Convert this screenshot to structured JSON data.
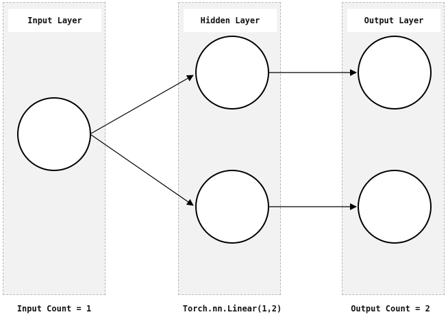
{
  "layers": {
    "input": {
      "title": "Input Layer",
      "caption": "Input Count = 1"
    },
    "hidden": {
      "title": "Hidden Layer",
      "caption": "Torch.nn.Linear(1,2)"
    },
    "output": {
      "title": "Output Layer",
      "caption": "Output Count = 2"
    }
  },
  "colors": {
    "panel_fill": "#f2f2f2",
    "panel_border": "#b8b8b8",
    "node_fill": "#ffffff",
    "stroke": "#000000"
  }
}
